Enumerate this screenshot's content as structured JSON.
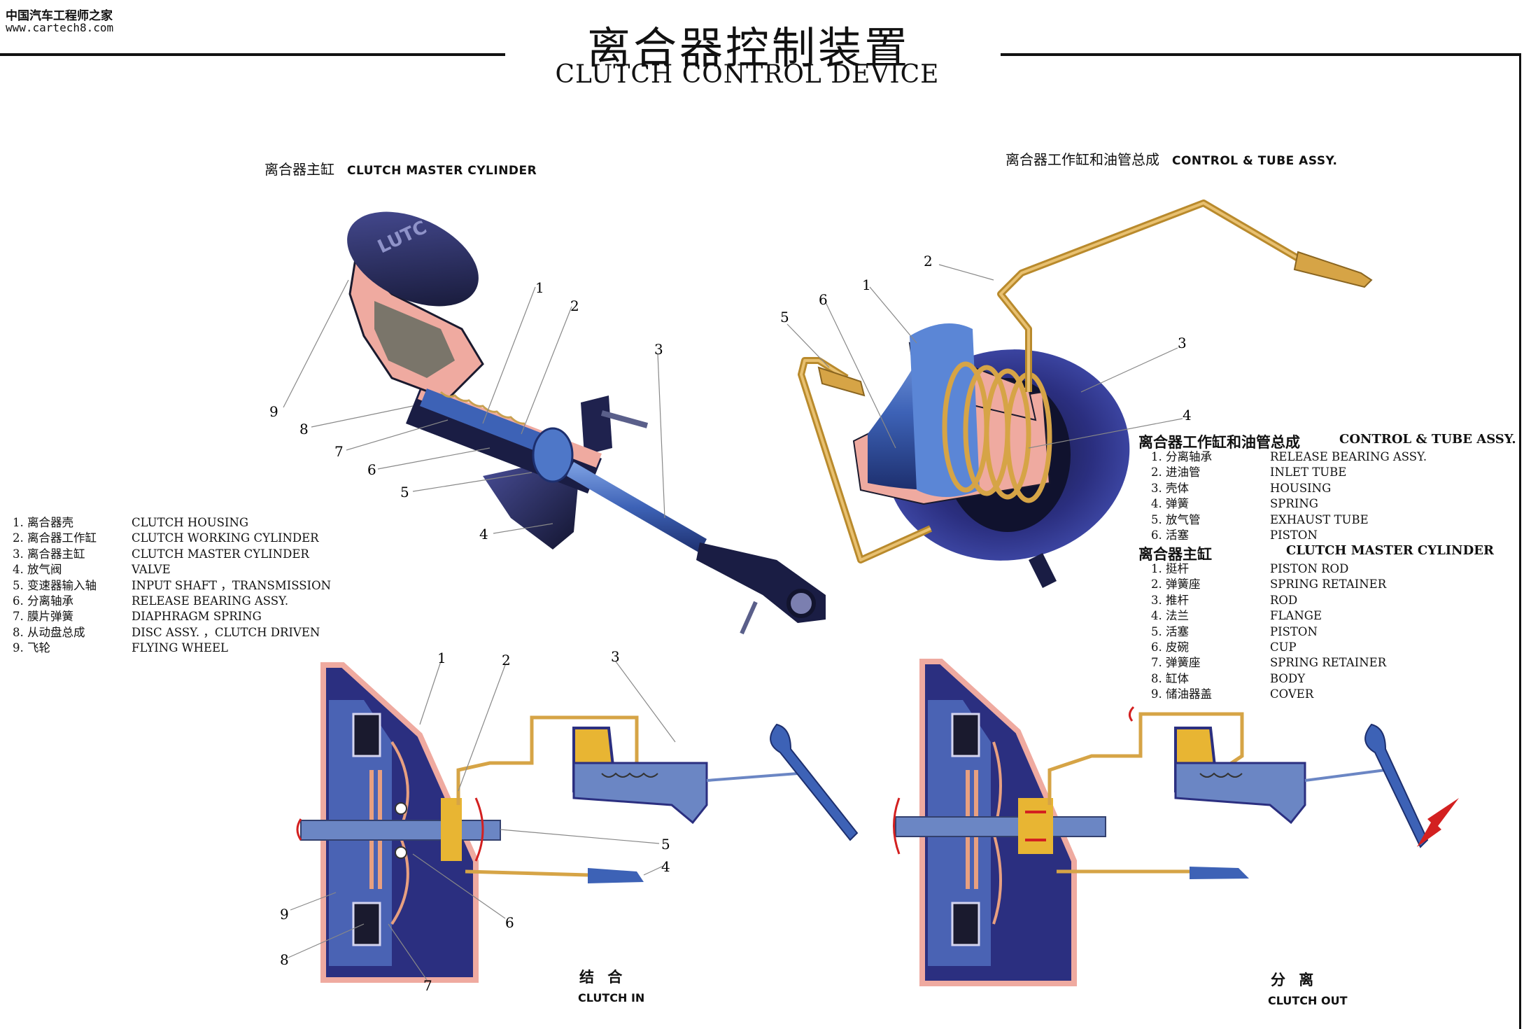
{
  "watermark": {
    "name_cn": "中国汽车工程师之家",
    "url": "www.cartech8.com"
  },
  "title": {
    "cn": "离合器控制装置",
    "en": "CLUTCH CONTROL DEVICE"
  },
  "colors": {
    "housing_blue": "#2b2f80",
    "cylinder_blue": "#3d62b6",
    "section_pink": "#efaaa0",
    "tube_gold": "#d6a446",
    "fluid_yellow": "#e8b533",
    "dark": "#1a1a2e",
    "red": "#d32020"
  },
  "sections": {
    "master_cylinder": {
      "cn": "离合器主缸",
      "en": "CLUTCH MASTER CYLINDER"
    },
    "control_tube": {
      "cn": "离合器工作缸和油管总成",
      "en": "CONTROL & TUBE ASSY."
    }
  },
  "left_legend": [
    {
      "cn": "1. 离合器壳",
      "en": "CLUTCH HOUSING"
    },
    {
      "cn": "2. 离合器工作缸",
      "en": "CLUTCH WORKING CYLINDER"
    },
    {
      "cn": "3. 离合器主缸",
      "en": "CLUTCH MASTER CYLINDER"
    },
    {
      "cn": "4. 放气阀",
      "en": "VALVE"
    },
    {
      "cn": "5. 变速器输入轴",
      "en": "INPUT SHAFT ，TRANSMISSION"
    },
    {
      "cn": "6. 分离轴承",
      "en": "RELEASE BEARING ASSY."
    },
    {
      "cn": "7. 膜片弹簧",
      "en": "DIAPHRAGM SPRING"
    },
    {
      "cn": "8. 从动盘总成",
      "en": "DISC ASSY. ，CLUTCH DRIVEN"
    },
    {
      "cn": "9. 飞轮",
      "en": "FLYING WHEEL"
    }
  ],
  "right_legend": {
    "group1_header": {
      "cn": "离合器工作缸和油管总成",
      "en": "CONTROL & TUBE ASSY."
    },
    "group1": [
      {
        "cn": "1. 分离轴承",
        "en": "RELEASE BEARING ASSY."
      },
      {
        "cn": "2. 进油管",
        "en": "INLET TUBE"
      },
      {
        "cn": "3. 壳体",
        "en": "HOUSING"
      },
      {
        "cn": "4. 弹簧",
        "en": "SPRING"
      },
      {
        "cn": "5. 放气管",
        "en": "EXHAUST TUBE"
      },
      {
        "cn": "6. 活塞",
        "en": "PISTON"
      }
    ],
    "group2_header": {
      "cn": "离合器主缸",
      "en": "CLUTCH MASTER CYLINDER"
    },
    "group2": [
      {
        "cn": "1. 挺杆",
        "en": "PISTON ROD"
      },
      {
        "cn": "2. 弹簧座",
        "en": "SPRING RETAINER"
      },
      {
        "cn": "3. 推杆",
        "en": "ROD"
      },
      {
        "cn": "4. 法兰",
        "en": "FLANGE"
      },
      {
        "cn": "5. 活塞",
        "en": "PISTON"
      },
      {
        "cn": "6. 皮碗",
        "en": "CUP"
      },
      {
        "cn": "7. 弹簧座",
        "en": "SPRING RETAINER"
      },
      {
        "cn": "8. 缸体",
        "en": "BODY"
      },
      {
        "cn": "9. 储油器盖",
        "en": "COVER"
      }
    ]
  },
  "captions": {
    "clutch_in": {
      "cn": "结 合",
      "en": "CLUTCH IN"
    },
    "clutch_out": {
      "cn": "分 离",
      "en": "CLUTCH OUT"
    }
  },
  "reservoir_cap_text": "LUTC",
  "callouts": {
    "master": [
      "1",
      "2",
      "3",
      "4",
      "5",
      "6",
      "7",
      "8",
      "9"
    ],
    "control": [
      "1",
      "2",
      "3",
      "4",
      "5",
      "6"
    ],
    "clutch_in": [
      "1",
      "2",
      "3",
      "4",
      "5",
      "6",
      "7",
      "8",
      "9"
    ]
  }
}
